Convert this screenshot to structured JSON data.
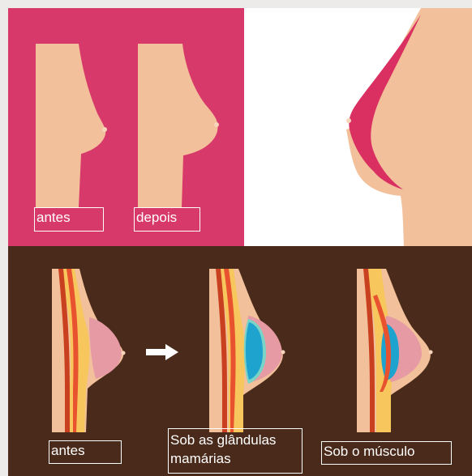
{
  "colors": {
    "pink_panel": "#d8396b",
    "skin": "#f2c09a",
    "brown_panel": "#4a2a1a",
    "implant_red": "#d92f61",
    "muscle": "#e9522f",
    "fat": "#f7c65c",
    "gland": "#e69aa4",
    "implant_blue": "#1ea3cf"
  },
  "labels": {
    "top_before": "antes",
    "top_after": "depois",
    "bottom_before": "antes",
    "under_glands": "Sob as glândulas mamárias",
    "under_muscle": "Sob o músculo"
  },
  "icons": {
    "arrow": "right-arrow-icon"
  }
}
